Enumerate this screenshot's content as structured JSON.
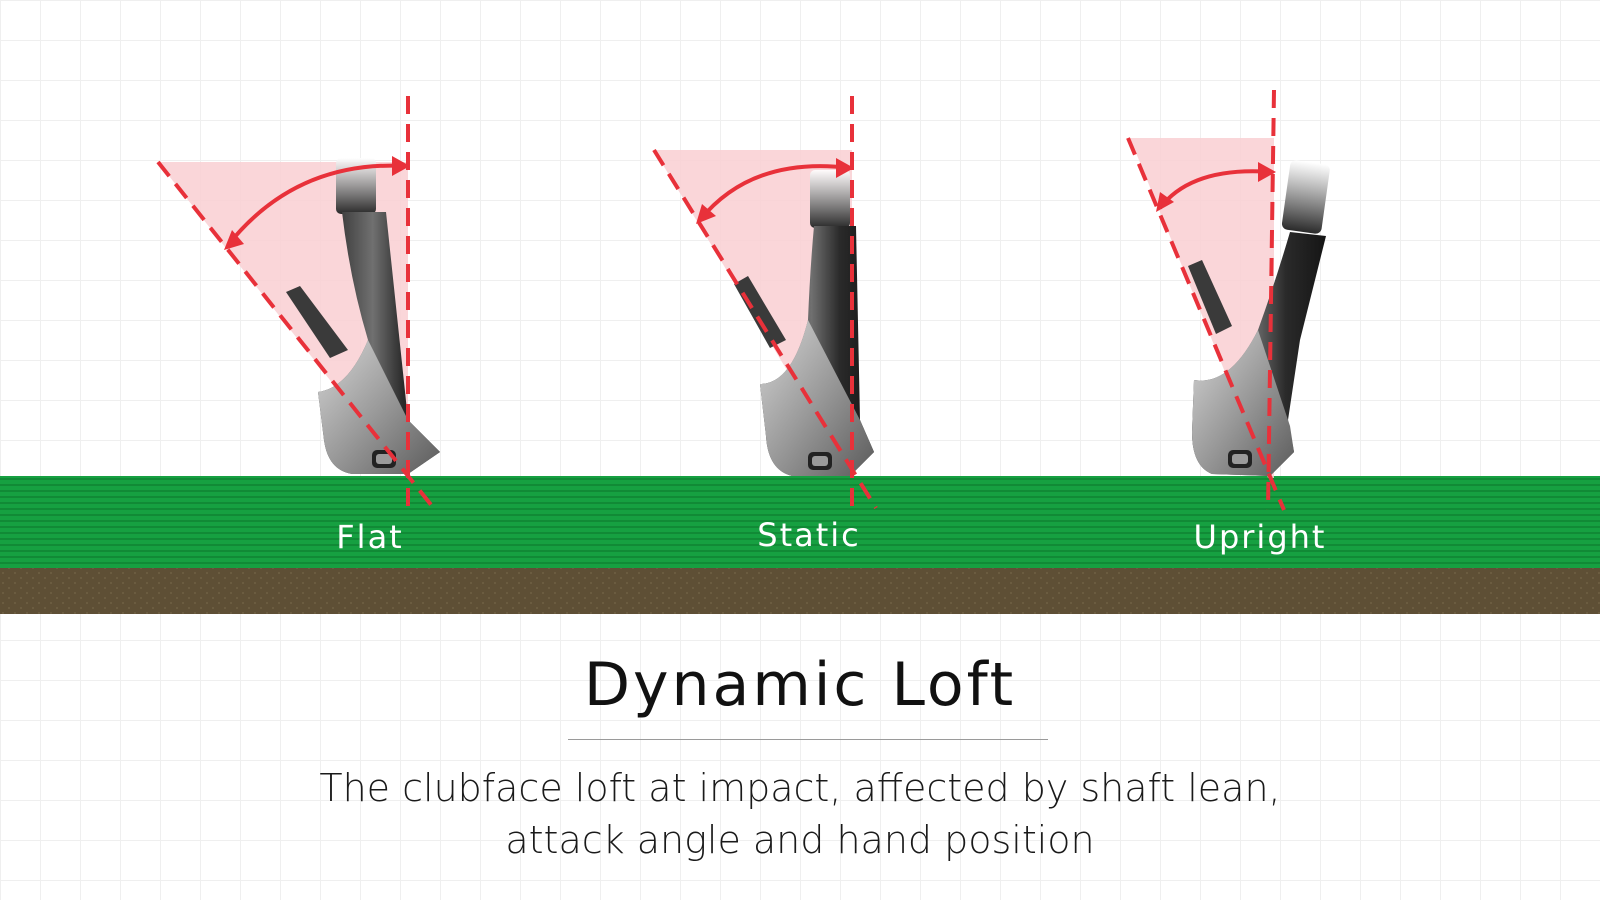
{
  "labels": {
    "flat": "Flat",
    "static": "Static",
    "upright": "Upright"
  },
  "title": "Dynamic Loft",
  "description": [
    "The clubface loft at impact, affected by shaft lean,",
    "attack angle and hand position"
  ],
  "colors": {
    "grass": "#15993f",
    "soil": "#5e4f35",
    "angle_line": "#e8313a",
    "angle_fill": "#f9cfd2",
    "club_metal": "#8c8c8c"
  }
}
